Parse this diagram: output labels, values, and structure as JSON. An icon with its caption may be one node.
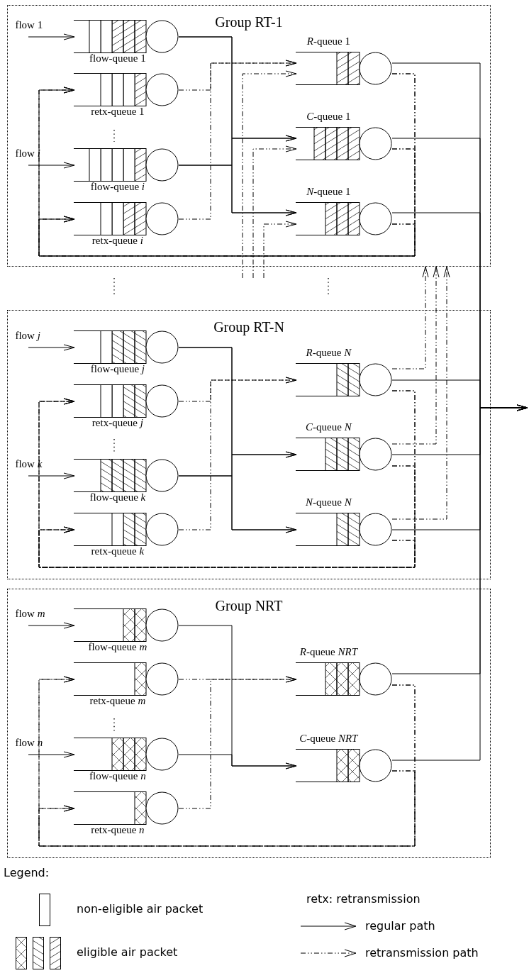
{
  "diagram": {
    "nodes": [
      {
        "text": [
          "Group RT-1"
        ]
      },
      {
        "text": [
          "flow 1"
        ],
        "in": 0
      },
      {
        "text": [
          "flow-queue 1"
        ],
        "in": 0
      },
      {
        "text": [
          "retx-queue 1"
        ],
        "in": 0
      },
      {
        "text": [
          "flow *i*"
        ],
        "in": 0
      },
      {
        "text": [
          "flow-queue *i*"
        ],
        "in": 0
      },
      {
        "text": [
          "retx-queue *i*"
        ],
        "in": 0
      },
      {
        "text": [
          "*R*-queue 1"
        ],
        "in": 0
      },
      {
        "text": [
          "*C*-queue 1"
        ],
        "in": 0
      },
      {
        "text": [
          "*N*-queue 1"
        ],
        "in": 0
      },
      {
        "text": [
          "Group RT-N"
        ]
      },
      {
        "text": [
          "flow *j*"
        ],
        "in": 10
      },
      {
        "text": [
          "flow-queue *j*"
        ],
        "in": 10
      },
      {
        "text": [
          "retx-queue *j*"
        ],
        "in": 10
      },
      {
        "text": [
          "flow *k*"
        ],
        "in": 10
      },
      {
        "text": [
          "flow-queue *k*"
        ],
        "in": 10
      },
      {
        "text": [
          "retx-queue *k*"
        ],
        "in": 10
      },
      {
        "text": [
          "*R*-queue *N*"
        ],
        "in": 10
      },
      {
        "text": [
          "*C*-queue *N*"
        ],
        "in": 10
      },
      {
        "text": [
          "*N*-queue *N*"
        ],
        "in": 10
      },
      {
        "text": [
          "Group NRT"
        ]
      },
      {
        "text": [
          "flow *m*"
        ],
        "in": 20
      },
      {
        "text": [
          "flow-queue *m*"
        ],
        "in": 20
      },
      {
        "text": [
          "retx-queue *m*"
        ],
        "in": 20
      },
      {
        "text": [
          "flow *n*"
        ],
        "in": 20
      },
      {
        "text": [
          "flow-queue *n*"
        ],
        "in": 20
      },
      {
        "text": [
          "retx-queue *n*"
        ],
        "in": 20
      },
      {
        "text": [
          "*R*-queue *NRT*"
        ],
        "in": 20
      },
      {
        "text": [
          "*C*-queue *NRT*"
        ],
        "in": 20
      }
    ],
    "edges": [
      {
        "from": 1,
        "to": 2,
        "arrow": "to"
      },
      {
        "from": 4,
        "to": 5,
        "arrow": "to"
      },
      {
        "from": 2,
        "to": 8,
        "arrow": "to"
      },
      {
        "from": 2,
        "to": 9,
        "arrow": "to"
      },
      {
        "from": 5,
        "to": 8,
        "arrow": "to"
      },
      {
        "from": 5,
        "to": 9,
        "arrow": "to"
      },
      {
        "from": 3,
        "to": 7,
        "arrow": "to",
        "style": "dashed"
      },
      {
        "from": 6,
        "to": 7,
        "arrow": "to",
        "style": "dashed"
      },
      {
        "from": 7,
        "to": 3,
        "arrow": "to",
        "style": "dashed"
      },
      {
        "from": 7,
        "to": 6,
        "arrow": "to",
        "style": "dashed"
      },
      {
        "from": 8,
        "to": 3,
        "arrow": "to",
        "style": "dashed"
      },
      {
        "from": 8,
        "to": 6,
        "arrow": "to",
        "style": "dashed"
      },
      {
        "from": 9,
        "to": 3,
        "arrow": "to",
        "style": "dashed"
      },
      {
        "from": 9,
        "to": 6,
        "arrow": "to",
        "style": "dashed"
      },
      {
        "from": 7,
        "to": null,
        "arrow": "to"
      },
      {
        "from": 8,
        "to": null,
        "arrow": "to"
      },
      {
        "from": 9,
        "to": null,
        "arrow": "to"
      },
      {
        "from": null,
        "to": 7,
        "arrow": "to",
        "style": "dashed"
      },
      {
        "from": null,
        "to": 8,
        "arrow": "to",
        "style": "dashed"
      },
      {
        "from": null,
        "to": 9,
        "arrow": "to",
        "style": "dashed"
      },
      {
        "from": 11,
        "to": 12,
        "arrow": "to"
      },
      {
        "from": 14,
        "to": 15,
        "arrow": "to"
      },
      {
        "from": 12,
        "to": 18,
        "arrow": "to"
      },
      {
        "from": 12,
        "to": 19,
        "arrow": "to"
      },
      {
        "from": 15,
        "to": 18,
        "arrow": "to"
      },
      {
        "from": 15,
        "to": 19,
        "arrow": "to"
      },
      {
        "from": 13,
        "to": 17,
        "arrow": "to",
        "style": "dashed"
      },
      {
        "from": 16,
        "to": 17,
        "arrow": "to",
        "style": "dashed"
      },
      {
        "from": 17,
        "to": 13,
        "arrow": "to",
        "style": "dashed"
      },
      {
        "from": 17,
        "to": 16,
        "arrow": "to",
        "style": "dashed"
      },
      {
        "from": 18,
        "to": 13,
        "arrow": "to",
        "style": "dashed"
      },
      {
        "from": 18,
        "to": 16,
        "arrow": "to",
        "style": "dashed"
      },
      {
        "from": 19,
        "to": 13,
        "arrow": "to",
        "style": "dashed"
      },
      {
        "from": 19,
        "to": 16,
        "arrow": "to",
        "style": "dashed"
      },
      {
        "from": 17,
        "to": null,
        "arrow": "to"
      },
      {
        "from": 18,
        "to": null,
        "arrow": "to"
      },
      {
        "from": 19,
        "to": null,
        "arrow": "to"
      },
      {
        "from": 17,
        "to": 0,
        "arrow": "to",
        "style": "dashed"
      },
      {
        "from": 18,
        "to": 0,
        "arrow": "to",
        "style": "dashed"
      },
      {
        "from": 19,
        "to": 0,
        "arrow": "to",
        "style": "dashed"
      },
      {
        "from": 21,
        "to": 22,
        "arrow": "to"
      },
      {
        "from": 24,
        "to": 25,
        "arrow": "to"
      },
      {
        "from": 22,
        "to": 28,
        "arrow": "to"
      },
      {
        "from": 25,
        "to": 28,
        "arrow": "to"
      },
      {
        "from": 23,
        "to": 27,
        "arrow": "to",
        "style": "dashed"
      },
      {
        "from": 26,
        "to": 27,
        "arrow": "to",
        "style": "dashed"
      },
      {
        "from": 27,
        "to": 23,
        "arrow": "to",
        "style": "dashed"
      },
      {
        "from": 27,
        "to": 26,
        "arrow": "to",
        "style": "dashed"
      },
      {
        "from": 28,
        "to": 23,
        "arrow": "to",
        "style": "dashed"
      },
      {
        "from": 28,
        "to": 26,
        "arrow": "to",
        "style": "dashed"
      },
      {
        "from": 27,
        "to": null,
        "arrow": "to"
      },
      {
        "from": 28,
        "to": null,
        "arrow": "to"
      }
    ],
    "labels": [
      "Legend:",
      "retx: retransmission"
    ],
    "legend": [
      {
        "text": "non-eligible air packet"
      },
      {
        "text": "eligible air packet"
      },
      {
        "text": "regular path"
      },
      {
        "text": "retransmission path"
      }
    ]
  }
}
